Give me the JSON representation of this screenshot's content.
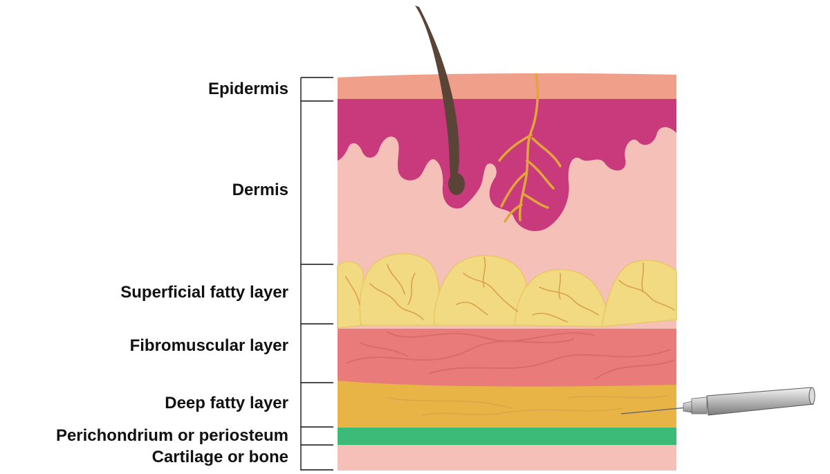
{
  "layers": [
    {
      "id": "epidermis",
      "label": "Epidermis",
      "color": "#f0a08a"
    },
    {
      "id": "dermis",
      "label": "Dermis",
      "color": "#f5c0b8"
    },
    {
      "id": "superficial-fatty",
      "label": "Superficial fatty layer",
      "color": "#f2da82"
    },
    {
      "id": "fibromuscular",
      "label": "Fibromuscular layer",
      "color": "#e97c7a"
    },
    {
      "id": "deep-fatty",
      "label": "Deep fatty layer",
      "color": "#e8b445"
    },
    {
      "id": "perichondrium",
      "label": "Perichondrium or periosteum",
      "color": "#3cba78"
    },
    {
      "id": "cartilage",
      "label": "Cartilage or bone",
      "color": "#f5c0b8"
    }
  ],
  "colors": {
    "papillae": "#c93a7c",
    "hair": "#5a4438",
    "nerve": "#e0a63c",
    "fat_lines": "#d9a24a",
    "needle_barrel": "#a8a8a8"
  },
  "icons": {
    "hair": "hair-follicle",
    "nerve": "branching-nerve",
    "needle": "syringe-needle"
  }
}
